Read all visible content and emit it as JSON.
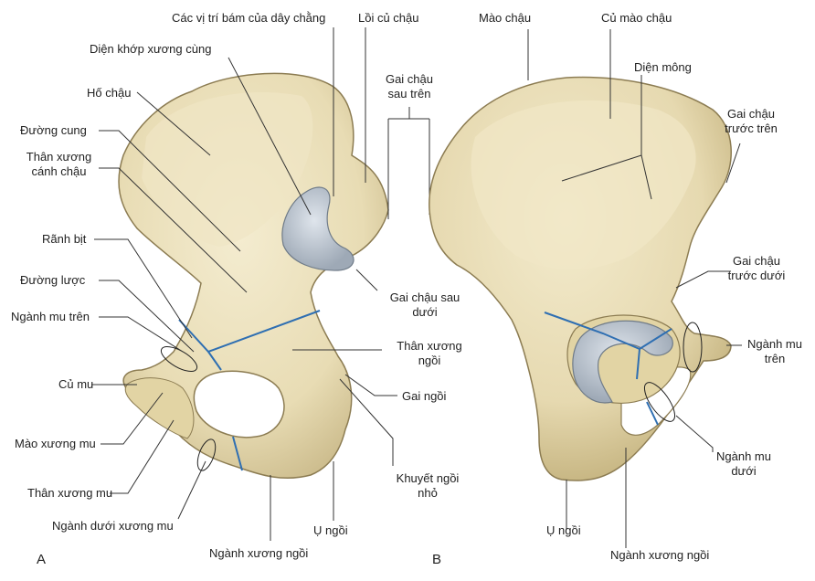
{
  "panels": {
    "a": "A",
    "b": "B"
  },
  "labels_a": {
    "ligament_sites": "Các vị trí bám của dây chằng",
    "iliac_tuberosity": "Lồi củ chậu",
    "auricular_surface": "Diện khớp xương cùng",
    "psis": [
      "Gai chậu",
      "sau trên"
    ],
    "iliac_fossa": "Hố chậu",
    "arcuate_line": "Đường cung",
    "ilium_body": [
      "Thân xương",
      "cánh chậu"
    ],
    "obturator_groove": "Rãnh bịt",
    "pectineal_line": "Đường lược",
    "superior_pubic_ramus": "Ngành mu trên",
    "pubic_tubercle": "Củ mu",
    "pubic_crest": "Mào xương mu",
    "pubis_body": "Thân xương mu",
    "inferior_pubic_ramus": "Ngành dưới xương mu",
    "pi_s": [
      "Gai chậu sau",
      "dưới"
    ],
    "ischium_body": [
      "Thân xương",
      "ngồi"
    ],
    "ischial_spine": "Gai ngồi",
    "lesser_sciatic_notch": [
      "Khuyết ngồi",
      "nhỏ"
    ],
    "ischial_tuberosity": "Ụ ngồi",
    "ischial_ramus": "Ngành xương ngồi"
  },
  "labels_b": {
    "iliac_crest": "Mào chậu",
    "tubercle_of_crest": "Củ mào chậu",
    "gluteal_surface": "Diện mông",
    "asis": [
      "Gai chậu",
      "trước trên"
    ],
    "aiis": [
      "Gai chậu",
      "trước dưới"
    ],
    "superior_pubic_ramus": [
      "Ngành mu",
      "trên"
    ],
    "inferior_pubic_ramus": [
      "Ngành mu",
      "dưới"
    ],
    "ischial_tuberosity": "Ụ ngồi",
    "ischial_ramus": "Ngành xương ngồi"
  },
  "colors": {
    "bone": "#eadfba",
    "bone_shadow": "#c9b98a",
    "cartilage": "#c4ccd6",
    "suture_line": "#2f6fb2",
    "leader": "#333333"
  }
}
